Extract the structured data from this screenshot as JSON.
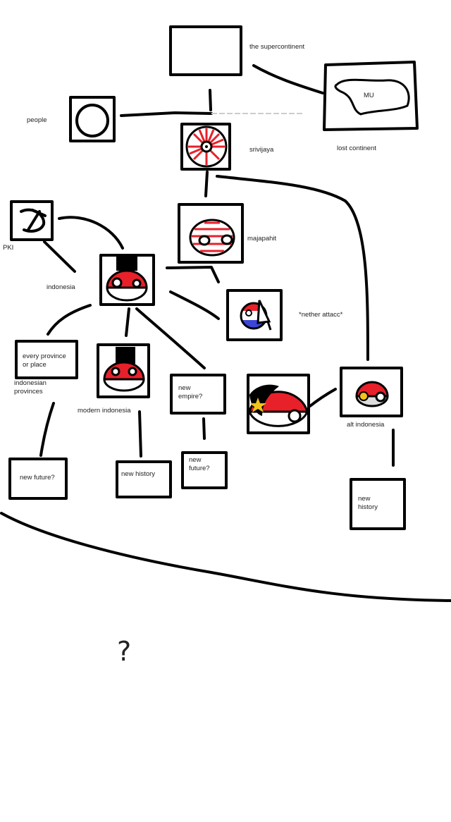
{
  "nodes": {
    "supercontinent": {
      "label": "the supercontinent"
    },
    "mu": {
      "inner": "MU",
      "label": "lost continent"
    },
    "people": {
      "label": "people"
    },
    "srivijaya": {
      "label": "srivijaya"
    },
    "pki": {
      "label": "PKI"
    },
    "majapahit": {
      "label": "majapahit"
    },
    "indonesia": {
      "label": "indonesia"
    },
    "nether": {
      "label": "*nether attacc*"
    },
    "provinces": {
      "box_text": "every province or place",
      "label": "indonesian provinces"
    },
    "modern": {
      "label": "modern indonesia"
    },
    "new_empire": {
      "box_text": "new empire?"
    },
    "alt_indonesia": {
      "label": "alt indonesia"
    },
    "new_future_1": {
      "box_text": "new future?"
    },
    "new_history_1": {
      "box_text": "new history"
    },
    "new_future_2": {
      "box_text": "new future?"
    },
    "new_history_2": {
      "box_text": "new history"
    }
  },
  "question_mark": "?",
  "colors": {
    "ink": "#000000",
    "flag_red": "#e8202a",
    "flag_white": "#ffffff",
    "dutch_blue": "#3b46d6",
    "star_yellow": "#f2c318",
    "gray": "#dddddd"
  }
}
